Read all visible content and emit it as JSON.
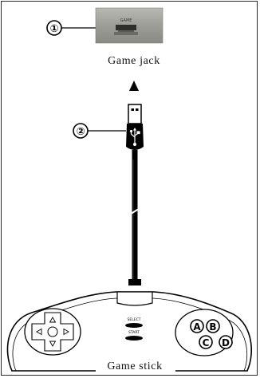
{
  "callouts": [
    {
      "number": "①",
      "target": "game-jack-photo"
    },
    {
      "number": "②",
      "target": "usb-plug"
    }
  ],
  "labels": {
    "game_jack": "Game jack",
    "game_stick": "Game stick"
  },
  "jack_photo": {
    "text_top": "GAME",
    "tint": "#9a9a94"
  },
  "controller": {
    "select_label": "SELECT",
    "start_label": "START",
    "buttons": [
      "A",
      "B",
      "C",
      "D"
    ],
    "dpad_arrows": [
      "up",
      "down",
      "left",
      "right"
    ]
  }
}
